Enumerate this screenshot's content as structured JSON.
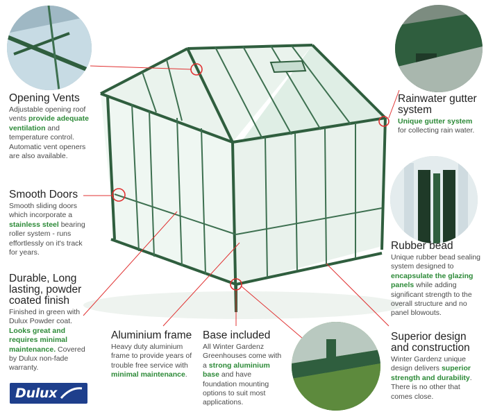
{
  "colors": {
    "frame": "#2f5e3e",
    "glass": "#dfeee6",
    "highlight": "#2d8a38",
    "callout": "#e03030",
    "dulux_blue": "#1e3f8c"
  },
  "features": {
    "vents": {
      "title": "Opening Vents",
      "t1": "Adjustable opening roof vents ",
      "h1": "provide adequate ventilation",
      "t2": " and temperature control. Automatic vent openers are also available."
    },
    "doors": {
      "title": "Smooth Doors",
      "t1": "Smooth sliding doors which incorporate a ",
      "h1": "stainless steel",
      "t2": " bearing roller system - runs effortlessly on it's track for years."
    },
    "finish": {
      "title": "Durable, Long lasting, powder coated finish",
      "t1": "Finished in green with Dulux Powder coat. ",
      "h1": "Looks great and requires minimal maintenance.",
      "t2": " Covered by Dulux non-fade warranty."
    },
    "aluminium": {
      "title": "Aluminium frame",
      "t1": "Heavy duty aluminium frame to provide years of trouble free service with ",
      "h1": "minimal maintenance",
      "t2": "."
    },
    "base": {
      "title": "Base included",
      "t1": "All Winter Gardenz Greenhouses come with a ",
      "h1": "strong aluminium base",
      "t2": " and have foundation mounting options to suit most applications."
    },
    "gutter": {
      "title": "Rainwater gutter system",
      "h1": "Unique gutter system",
      "t2": " for collecting rain water."
    },
    "rubber": {
      "title": "Rubber bead",
      "t1": "Unique rubber bead sealing system designed to ",
      "h1": "encapsulate the glazing panels",
      "t2": " while adding significant strength to the overall structure and no panel blowouts."
    },
    "superior": {
      "title": "Superior design and construction",
      "t1": "Winter Gardenz unique design delivers ",
      "h1": "superior strength and durability",
      "t2": ". There is no other that comes close."
    }
  },
  "logo": {
    "text": "Dulux"
  }
}
